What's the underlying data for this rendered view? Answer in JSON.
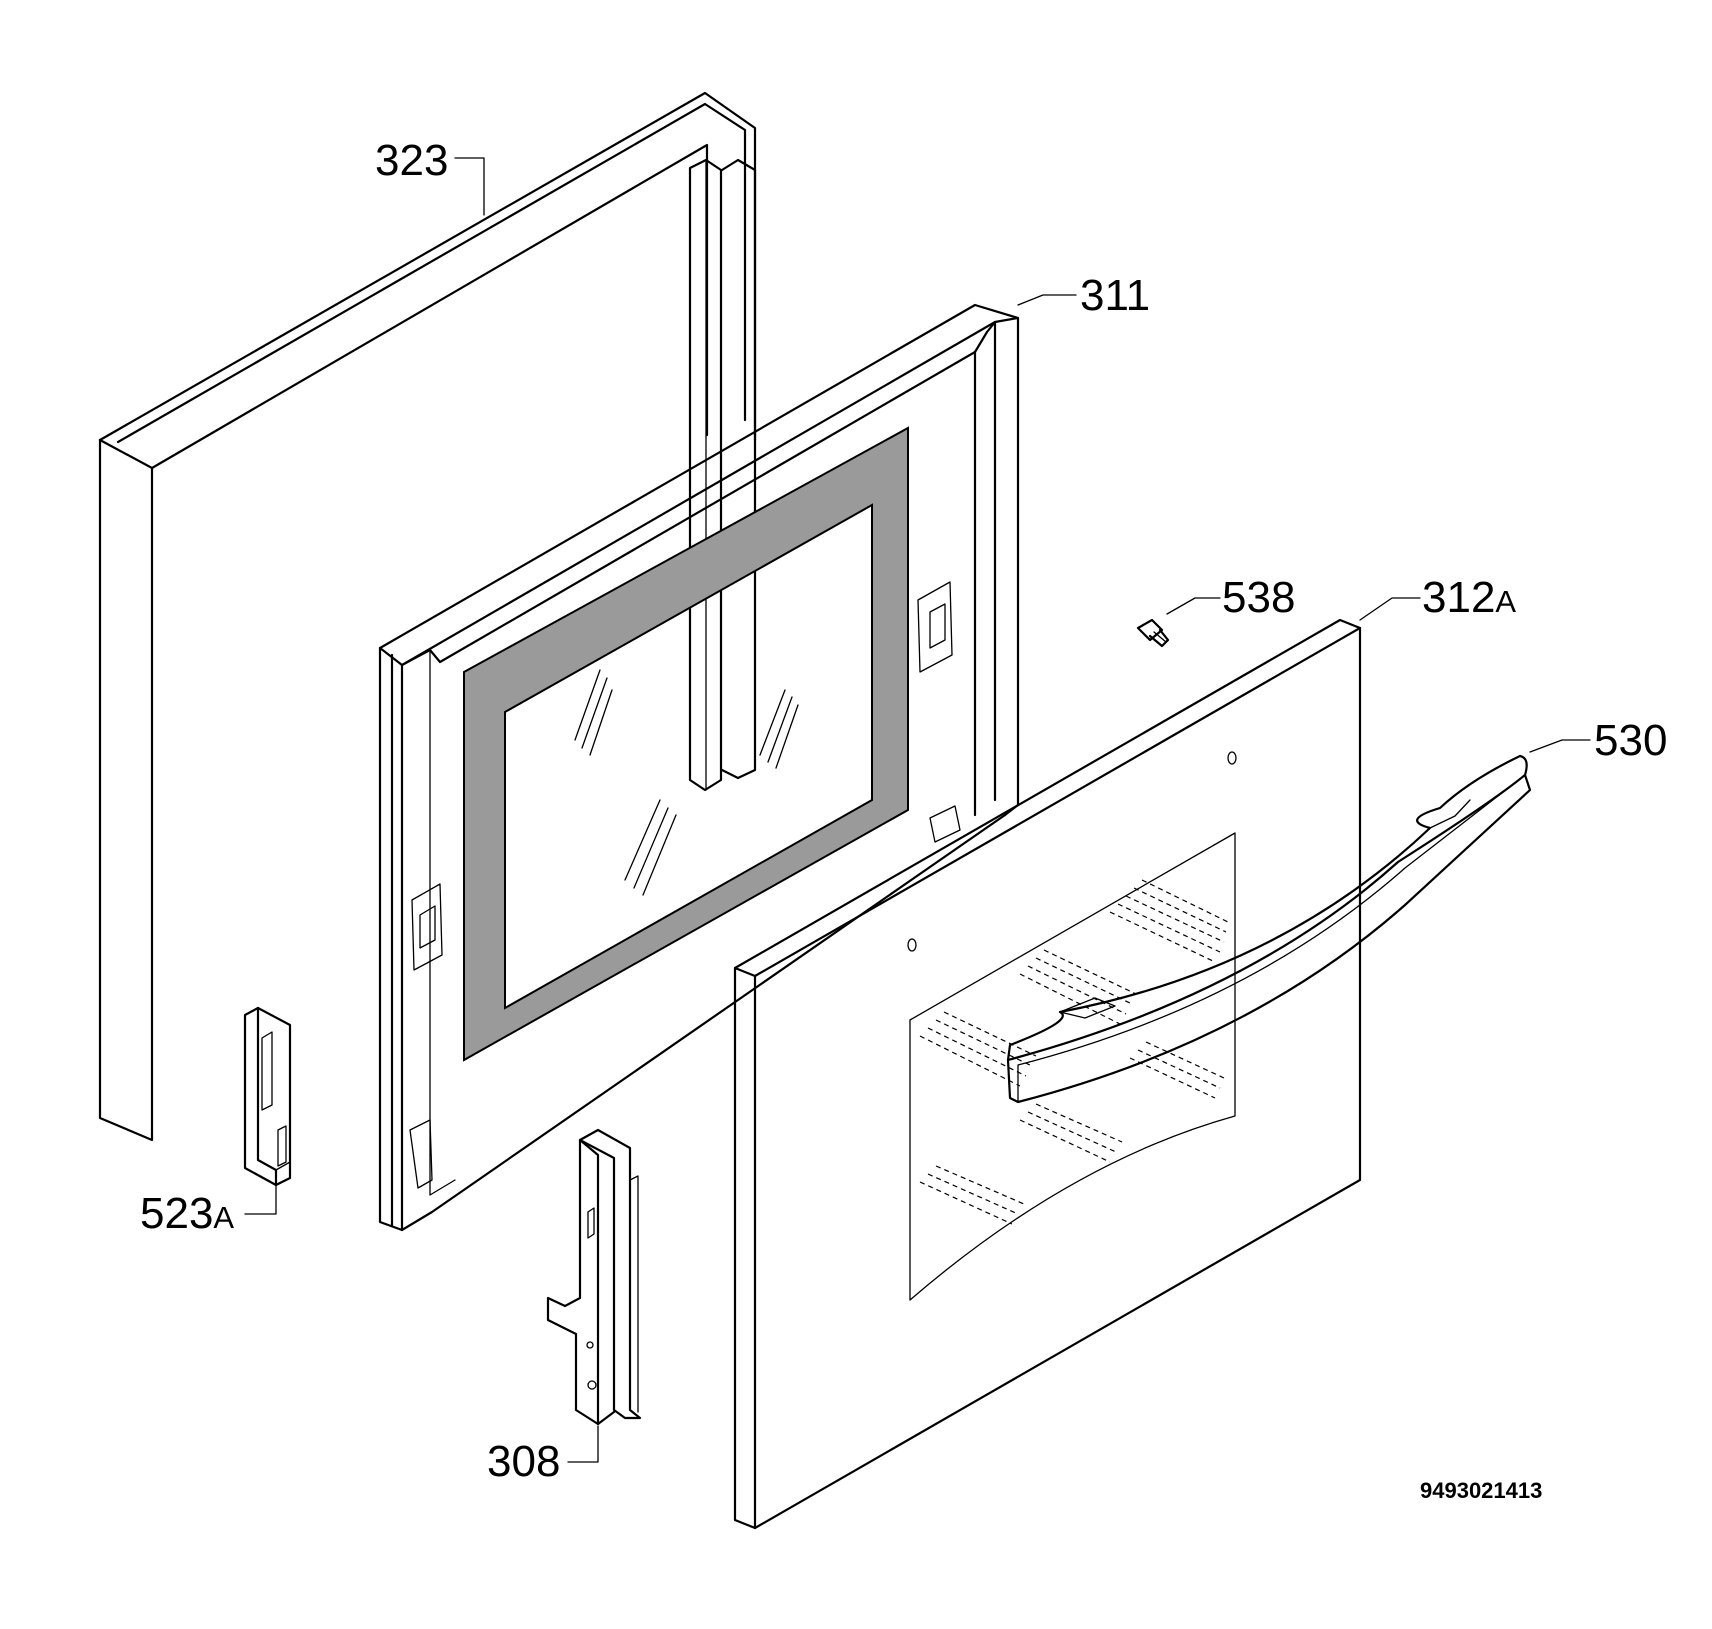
{
  "diagram": {
    "labels": {
      "frame_top": {
        "number": "323",
        "suffix": ""
      },
      "inner_door": {
        "number": "311",
        "suffix": ""
      },
      "screw": {
        "number": "538",
        "suffix": ""
      },
      "outer_glass": {
        "number": "312",
        "suffix": "A"
      },
      "handle": {
        "number": "530",
        "suffix": ""
      },
      "side_clip": {
        "number": "523",
        "suffix": "A"
      },
      "hinge": {
        "number": "308",
        "suffix": ""
      }
    },
    "document_number": "9493021413"
  }
}
